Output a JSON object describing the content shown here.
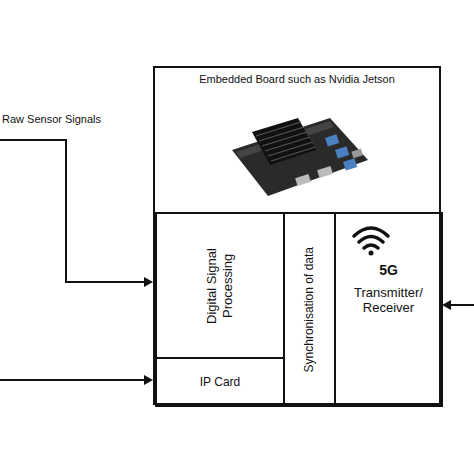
{
  "diagram": {
    "nodes": [
      {
        "text": [
          "Embedded Board such as Nvidia Jetson"
        ]
      },
      {
        "text": [
          "Digital Signal Processing"
        ],
        "in": 0
      },
      {
        "text": [
          "IP Card"
        ],
        "in": 0
      },
      {
        "text": [
          "Synchronisation of data"
        ],
        "in": 0
      },
      {
        "text": [
          "5G",
          "Transmitter/ Receiver"
        ],
        "in": 0
      }
    ],
    "labels": [
      "Raw Sensor Signals"
    ]
  }
}
